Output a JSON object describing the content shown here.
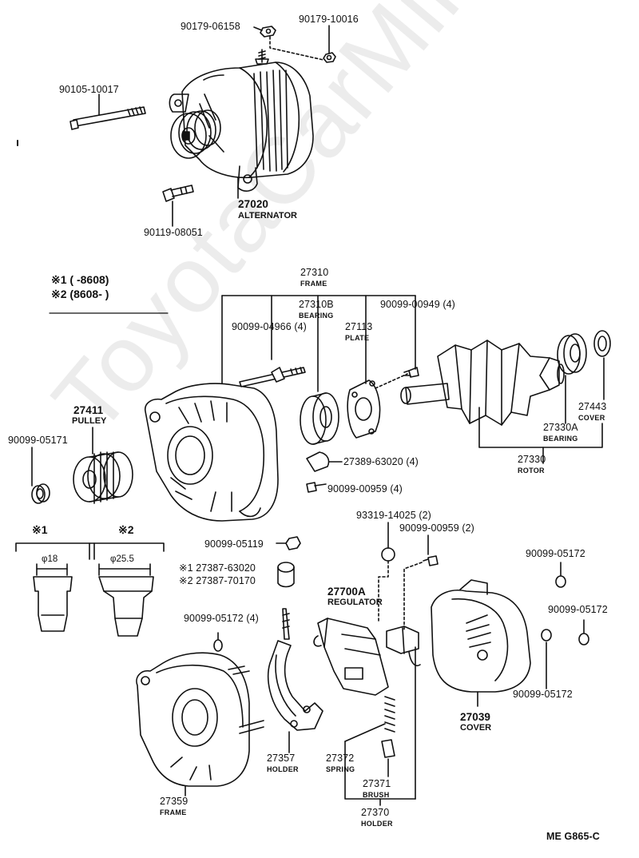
{
  "watermark": "ToyotaCarMine.ru",
  "legend": {
    "row1": "※1 (      -8608)",
    "row2": "※2 (8608-       )",
    "col1_mark": "※1",
    "col2_mark": "※2",
    "dia1": "φ18",
    "dia2": "φ25.5"
  },
  "parts": {
    "p90179_06158": "90179-06158",
    "p90179_10016": "90179-10016",
    "p90105_10017": "90105-10017",
    "p27020": "27020",
    "p27020_name": "ALTERNATOR",
    "p90119_08051": "90119-08051",
    "p27310": "27310",
    "p27310_name": "FRAME",
    "p27310B": "27310B",
    "p27310B_name": "BEARING",
    "p90099_00949": "90099-00949 (4)",
    "p90099_04966": "90099-04966 (4)",
    "p27113": "27113",
    "p27113_name": "PLATE",
    "p27411": "27411",
    "p27411_name": "PULLEY",
    "p90099_05171": "90099-05171",
    "p27443": "27443",
    "p27443_name": "COVER",
    "p27330A": "27330A",
    "p27330A_name": "BEARING",
    "p27330": "27330",
    "p27330_name": "ROTOR",
    "p27389": "27389-63020 (4)",
    "p90099_00959a": "90099-00959 (4)",
    "p93319": "93319-14025 (2)",
    "p90099_00959b": "90099-00959 (2)",
    "p90099_05119": "90099-05119",
    "p27387a": "※1 27387-63020",
    "p27387b": "※2 27387-70170",
    "p90099_05172a": "90099-05172",
    "p90099_05172b": "90099-05172",
    "p90099_05172c": "90099-05172",
    "p90099_05172d": "90099-05172 (4)",
    "p27700A": "27700A",
    "p27700A_name": "REGULATOR",
    "p27039": "27039",
    "p27039_name": "COVER",
    "p27357": "27357",
    "p27357_name": "HOLDER",
    "p27372": "27372",
    "p27372_name": "SPRING",
    "p27371": "27371",
    "p27371_name": "BRUSH",
    "p27370": "27370",
    "p27370_name": "HOLDER",
    "p27359": "27359",
    "p27359_name": "FRAME"
  },
  "footer_code": "ME  G865-C"
}
